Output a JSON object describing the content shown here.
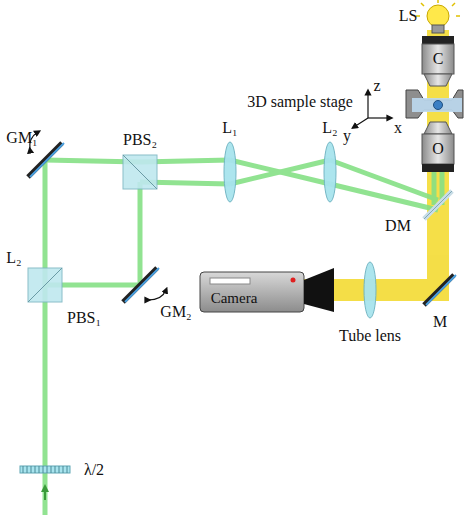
{
  "diagram": {
    "labels": [
      "LS",
      "C",
      "z",
      "3D sample stage",
      "y",
      "x",
      "O",
      "GM₁",
      "PBS₂",
      "L₁",
      "L₂",
      "DM",
      "Camera",
      "M",
      "Tube lens",
      "L₂",
      "PBS₁",
      "GM₂",
      "λ/2"
    ]
  }
}
